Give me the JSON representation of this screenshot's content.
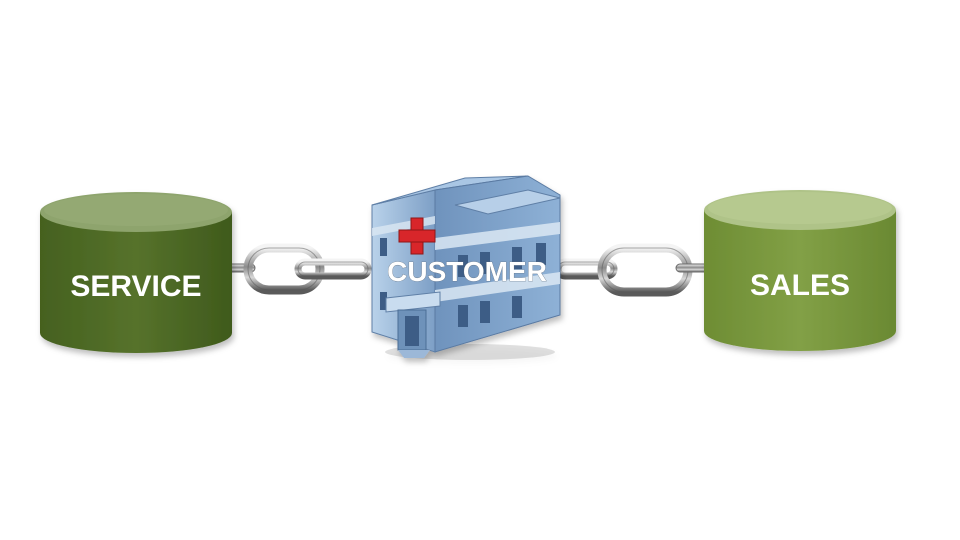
{
  "diagram": {
    "left_node": {
      "label": "SERVICE",
      "icon": "database-cylinder"
    },
    "center_node": {
      "label": "CUSTOMER",
      "icon": "hospital-building-icon"
    },
    "right_node": {
      "label": "SALES",
      "icon": "database-cylinder"
    },
    "connector": {
      "icon": "chain-link-icon"
    }
  },
  "colors": {
    "service_body": "#4f6a26",
    "service_top": "#8fa46c",
    "sales_body": "#7b9a3e",
    "sales_top": "#aec287",
    "building_blue": "#8aaed3",
    "red_cross": "#d8262b"
  }
}
